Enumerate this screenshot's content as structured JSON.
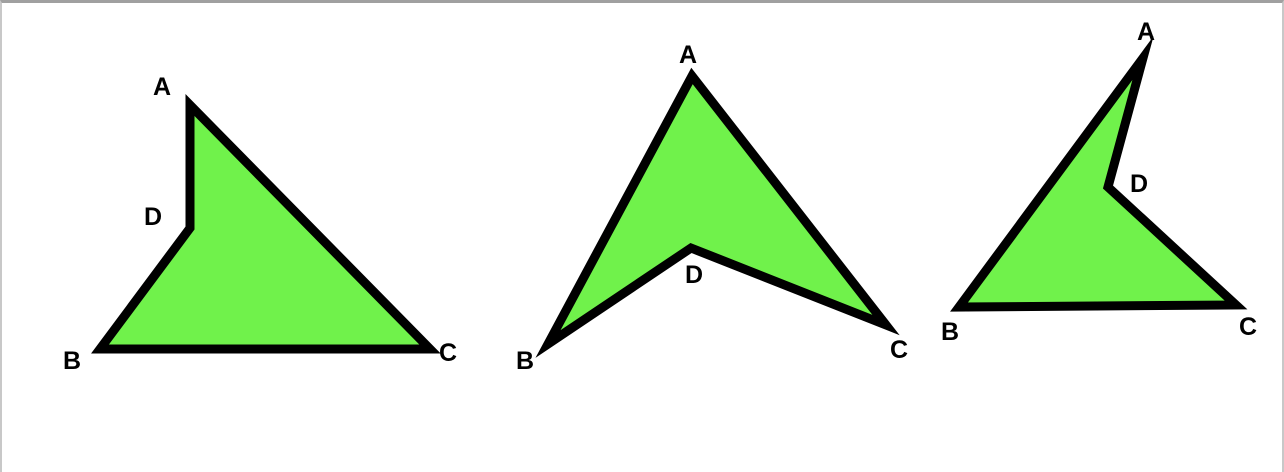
{
  "colors": {
    "fill": "#70f24b",
    "stroke": "#000000",
    "background": "#ffffff"
  },
  "figures": [
    {
      "labels": {
        "A": "A",
        "B": "B",
        "C": "C",
        "D": "D"
      }
    },
    {
      "labels": {
        "A": "A",
        "B": "B",
        "C": "C",
        "D": "D"
      }
    },
    {
      "labels": {
        "A": "A",
        "B": "B",
        "C": "C",
        "D": "D"
      }
    }
  ]
}
